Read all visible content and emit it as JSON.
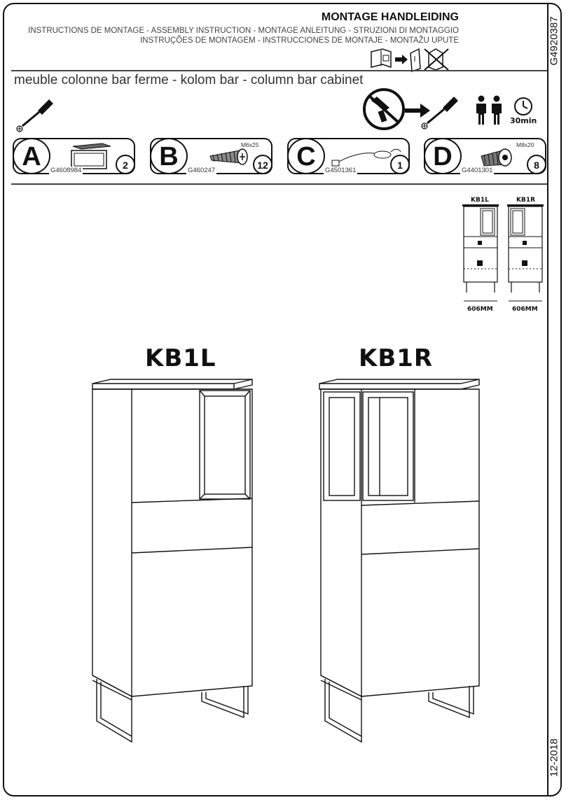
{
  "header": {
    "title": "MONTAGE HANDLEIDING",
    "subtitle_line1": "INSTRUCTIONS DE MONTAGE - ASSEMBLY INSTRUCTION - MONTAGE ANLEITUNG - STRUZIONI DI MONTAGGIO",
    "subtitle_line2": "INSTRUÇÕES DE MONTAGEM - INSTRUCCIONES DE MONTAJE - MONTAŽU UPUTE"
  },
  "sidebar": {
    "doc_code": "G4920387",
    "date": "12-2018"
  },
  "product": {
    "name": "meuble colonne bar ferme - kolom bar - column bar cabinet"
  },
  "tools": {
    "time": "30min"
  },
  "parts": [
    {
      "letter": "A",
      "code": "G4608984",
      "qty": "2",
      "size": ""
    },
    {
      "letter": "B",
      "code": "G460247",
      "qty": "12",
      "size": "M6x25"
    },
    {
      "letter": "C",
      "code": "G4501361",
      "qty": "1",
      "size": ""
    },
    {
      "letter": "D",
      "code": "G4401301",
      "qty": "8",
      "size": "M8x20"
    }
  ],
  "mini": {
    "left_label": "KB1L",
    "right_label": "KB1R",
    "left_dim": "606MM",
    "right_dim": "606MM"
  },
  "models": {
    "left": "KB1L",
    "right": "KB1R"
  }
}
